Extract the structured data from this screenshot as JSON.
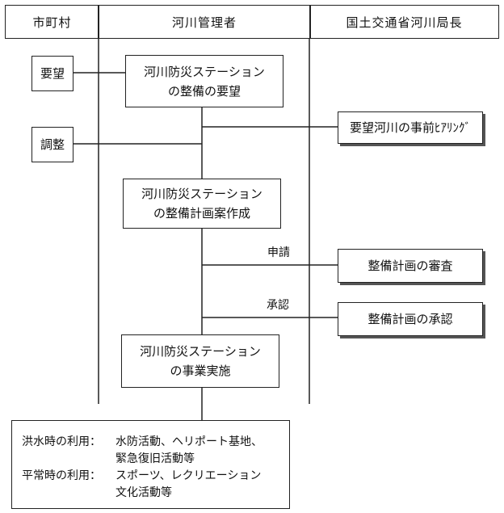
{
  "columns": {
    "municipality": "市町村",
    "river_manager": "河川管理者",
    "river_bureau": "国土交通省河川局長"
  },
  "steps": {
    "request_muni": "要望",
    "request_station": [
      "河川防災ステーション",
      "の整備の要望"
    ],
    "coordination": "調整",
    "hearing": "要望河川の事前ﾋｱﾘﾝｸﾞ",
    "draft_plan": [
      "河川防災ステーション",
      "の整備計画案作成"
    ],
    "application_label": "申請",
    "review": "整備計画の審査",
    "approval_label": "承認",
    "approval": "整備計画の承認",
    "implementation": [
      "河川防災ステーション",
      "の事業実施"
    ]
  },
  "usage": {
    "flood_label": "洪水時の利用：",
    "flood_lines": [
      "水防活動、ヘリポート基地、",
      "緊急復旧活動等"
    ],
    "normal_label": "平常時の利用：",
    "normal_lines": [
      "スポーツ、レクリエーション",
      "文化活動等"
    ]
  }
}
